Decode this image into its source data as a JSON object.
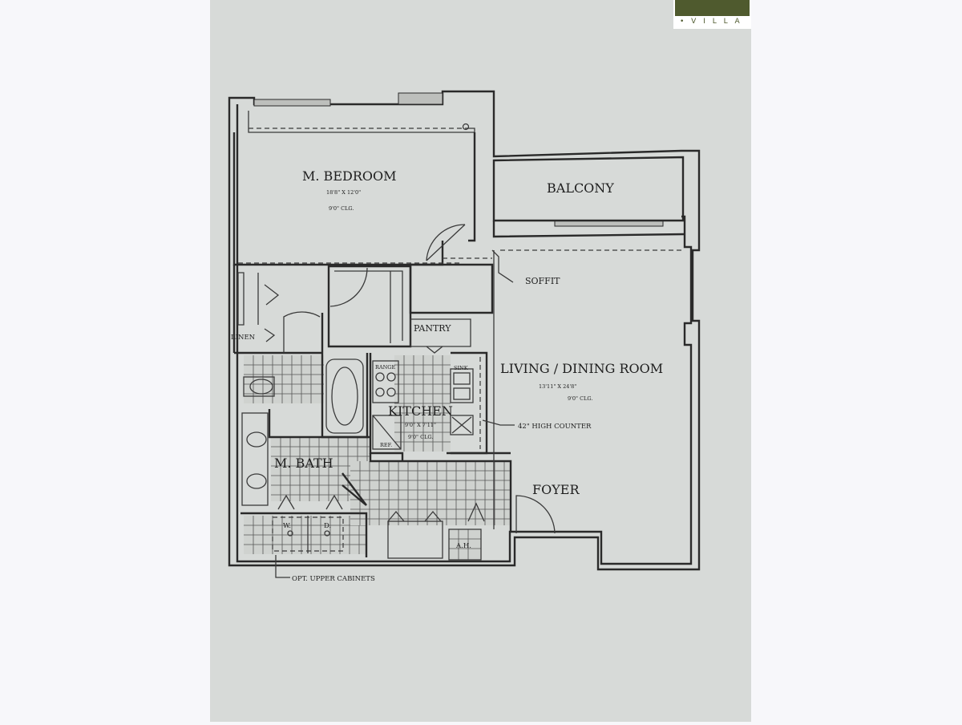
{
  "logo": {
    "text": "• V I L L A"
  },
  "rooms": {
    "bedroom": {
      "name": "M. BEDROOM",
      "dims": "18'8\" X 12'0\"",
      "ceiling": "9'0\" CLG."
    },
    "balcony": {
      "name": "BALCONY"
    },
    "living": {
      "name": "LIVING / DINING ROOM",
      "dims": "13'11\" X 24'8\"",
      "ceiling": "9'0\" CLG."
    },
    "kitchen": {
      "name": "KITCHEN",
      "dims": "9'0\" X 7'11\"",
      "ceiling": "9'0\" CLG."
    },
    "bath": {
      "name": "M. BATH"
    },
    "foyer": {
      "name": "FOYER"
    },
    "pantry": {
      "name": "PANTRY"
    },
    "linen": {
      "name": "LINEN"
    }
  },
  "fixtures": {
    "range": "RANGE",
    "sink": "SINK",
    "refrigerator": "REF.",
    "washer": "W.",
    "dryer": "D.",
    "air_handler": "A.H."
  },
  "callouts": {
    "soffit": "SOFFIT",
    "high_counter": "42\" HIGH COUNTER",
    "upper_cabinets": "OPT. UPPER CABINETS"
  }
}
